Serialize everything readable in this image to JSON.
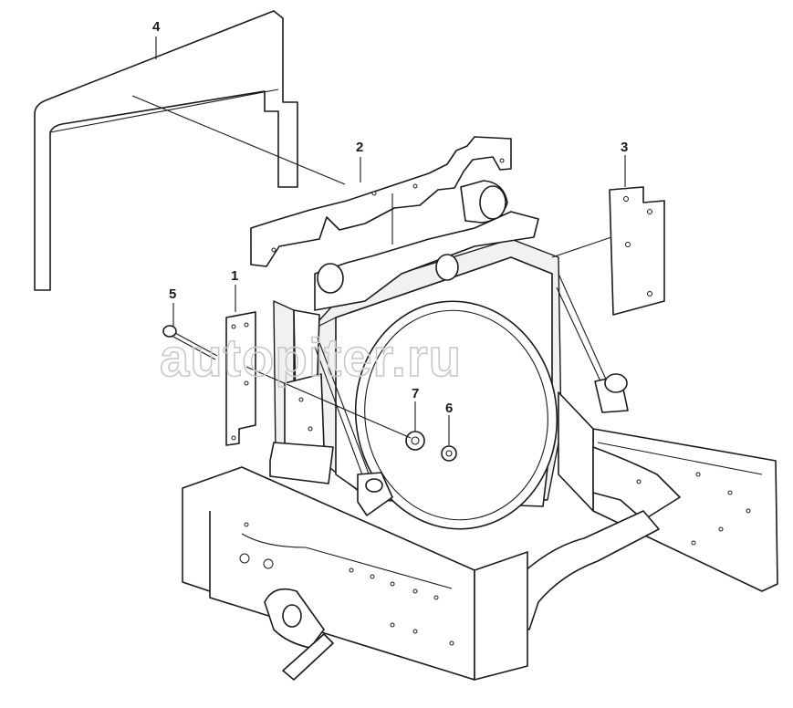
{
  "diagram": {
    "callouts": [
      {
        "id": "c1",
        "label": "1"
      },
      {
        "id": "c2",
        "label": "2"
      },
      {
        "id": "c3",
        "label": "3"
      },
      {
        "id": "c4",
        "label": "4"
      },
      {
        "id": "c5",
        "label": "5"
      },
      {
        "id": "c6",
        "label": "6"
      },
      {
        "id": "c7",
        "label": "7"
      }
    ],
    "watermark": "autopiter.ru",
    "colors": {
      "line": "#1a1a1a",
      "fill": "#ffffff",
      "watermark": "#c8c8c8"
    }
  }
}
